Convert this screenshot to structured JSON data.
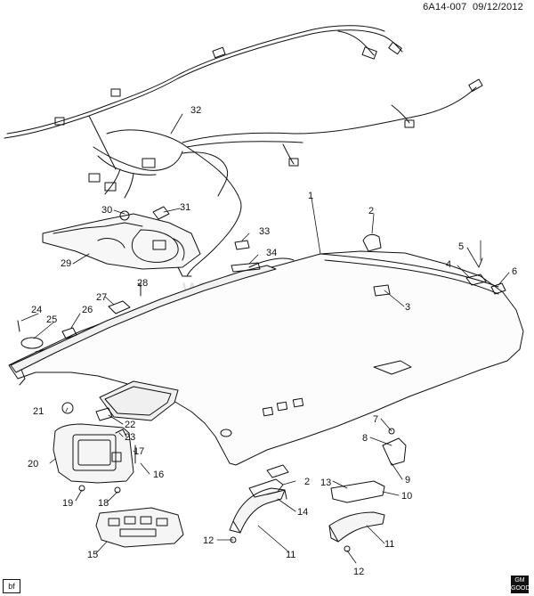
{
  "header": {
    "code": "6A14-007",
    "date": "09/12/2012"
  },
  "watermark": "www.gmsklad.ru",
  "corner_tag": "bf",
  "logo": {
    "line1": "GM",
    "line2": "GOOD"
  },
  "callouts": [
    {
      "id": "c1",
      "label": "1"
    },
    {
      "id": "c2a",
      "label": "2"
    },
    {
      "id": "c2b",
      "label": "2"
    },
    {
      "id": "c3",
      "label": "3"
    },
    {
      "id": "c4",
      "label": "4"
    },
    {
      "id": "c5",
      "label": "5"
    },
    {
      "id": "c6",
      "label": "6"
    },
    {
      "id": "c7",
      "label": "7"
    },
    {
      "id": "c8",
      "label": "8"
    },
    {
      "id": "c9",
      "label": "9"
    },
    {
      "id": "c10",
      "label": "10"
    },
    {
      "id": "c11a",
      "label": "11"
    },
    {
      "id": "c11b",
      "label": "11"
    },
    {
      "id": "c12a",
      "label": "12"
    },
    {
      "id": "c12b",
      "label": "12"
    },
    {
      "id": "c13",
      "label": "13"
    },
    {
      "id": "c14",
      "label": "14"
    },
    {
      "id": "c15",
      "label": "15"
    },
    {
      "id": "c16",
      "label": "16"
    },
    {
      "id": "c17",
      "label": "17"
    },
    {
      "id": "c18",
      "label": "18"
    },
    {
      "id": "c19",
      "label": "19"
    },
    {
      "id": "c20",
      "label": "20"
    },
    {
      "id": "c21",
      "label": "21"
    },
    {
      "id": "c22",
      "label": "22"
    },
    {
      "id": "c23",
      "label": "23"
    },
    {
      "id": "c24",
      "label": "24"
    },
    {
      "id": "c25",
      "label": "25"
    },
    {
      "id": "c26",
      "label": "26"
    },
    {
      "id": "c27",
      "label": "27"
    },
    {
      "id": "c28",
      "label": "28"
    },
    {
      "id": "c29",
      "label": "29"
    },
    {
      "id": "c30",
      "label": "30"
    },
    {
      "id": "c31",
      "label": "31"
    },
    {
      "id": "c32",
      "label": "32"
    },
    {
      "id": "c33",
      "label": "33"
    },
    {
      "id": "c34",
      "label": "34"
    }
  ]
}
